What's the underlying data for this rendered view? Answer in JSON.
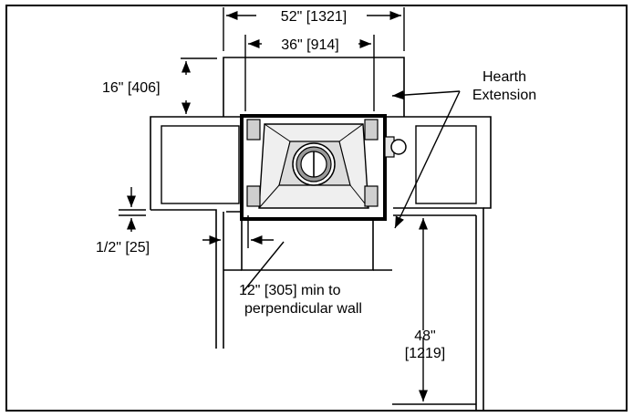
{
  "dimensions": {
    "width_52": "52\" [1321]",
    "width_36": "36\" [914]",
    "depth_16": "16\" [406]",
    "gap_half": "1/2\" [25]",
    "min_12_line1": "12\" [305] min to",
    "min_12_line2": "perpendicular wall",
    "side_48_line1": "48\"",
    "side_48_line2": "[1219]"
  },
  "labels": {
    "hearth_line1": "Hearth",
    "hearth_line2": "Extension"
  },
  "colors": {
    "line": "#000000",
    "fill_light": "#e6e6e6",
    "fill_mid": "#cfcfcf",
    "fill_dark": "#9a9a9a"
  }
}
